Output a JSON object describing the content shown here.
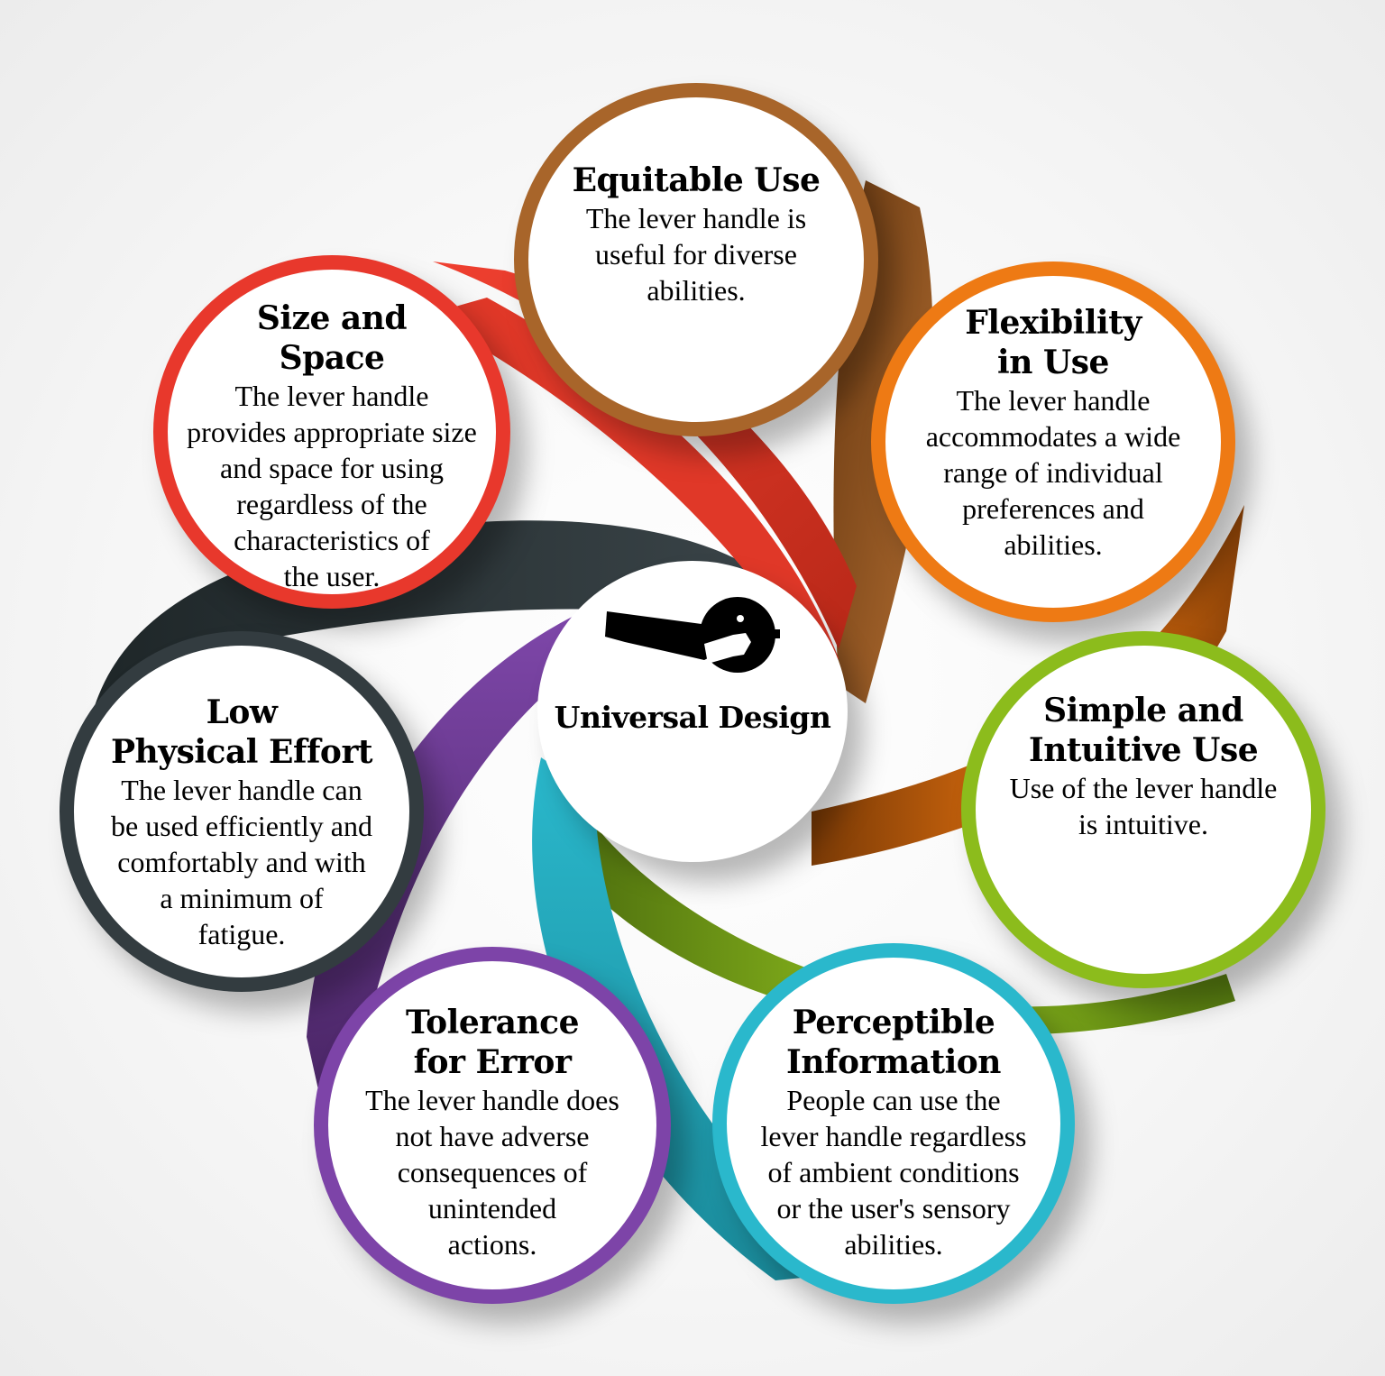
{
  "diagram": {
    "center": {
      "title": "Universal Design",
      "icon": "door-lever-handle-icon",
      "border_color": "#ffffff"
    },
    "principles": [
      {
        "id": "equitable-use",
        "title": "Equitable Use",
        "body": "The lever handle is\nuseful for diverse\nabilities.",
        "color": "#a8652a"
      },
      {
        "id": "flexibility-in-use",
        "title": "Flexibility\nin Use",
        "body": "The lever handle\naccommodates a wide\nrange of individual\npreferences and\nabilities.",
        "color": "#ee7a14"
      },
      {
        "id": "simple-and-intuitive-use",
        "title": "Simple and\nIntuitive Use",
        "body": "Use of the lever handle\nis intuitive.",
        "color": "#8cbc1c"
      },
      {
        "id": "perceptible-information",
        "title": "Perceptible\nInformation",
        "body": "People can use the\nlever handle regardless\nof ambient conditions\nor the user's sensory\nabilities.",
        "color": "#2ab8cc"
      },
      {
        "id": "tolerance-for-error",
        "title": "Tolerance\nfor Error",
        "body": "The lever handle does\nnot have adverse\nconsequences of\nunintended\nactions.",
        "color": "#7d44a8"
      },
      {
        "id": "low-physical-effort",
        "title": "Low\nPhysical Effort",
        "body": "The lever handle can\nbe used efficiently and\ncomfortably and with\na minimum of\nfatigue.",
        "color": "#333c40"
      },
      {
        "id": "size-and-space",
        "title": "Size and\nSpace",
        "body": "The lever handle\nprovides appropriate size\nand space for using\nregardless of the\ncharacteristics of\nthe user.",
        "color": "#e8382c"
      }
    ]
  }
}
